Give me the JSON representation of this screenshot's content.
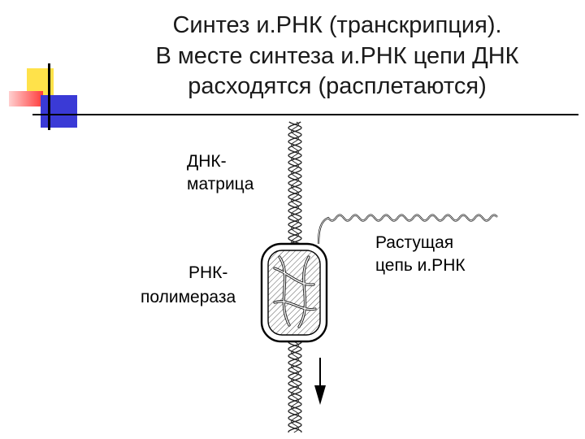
{
  "title": {
    "line1": "Синтез и.РНК (транскрипция).",
    "line2": "В месте синтеза и.РНК цепи ДНК",
    "line3": "расходятся (расплетаются)"
  },
  "diagram": {
    "label_dna_1": "ДНК-",
    "label_dna_2": "матрица",
    "label_mrna_1": "Растущая",
    "label_mrna_2": "цепь и.РНК",
    "label_pol_1": "РНК-",
    "label_pol_2": "полимераза"
  },
  "colors": {
    "accent_yellow": "#ffe24a",
    "accent_red": "#ff3b3b",
    "accent_blue": "#3a3ad6"
  }
}
